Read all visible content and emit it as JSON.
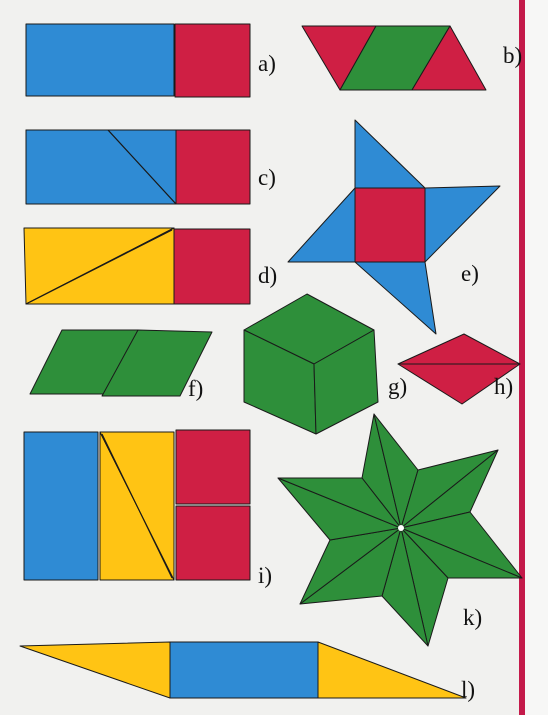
{
  "colors": {
    "blue": "#2f8bd4",
    "red": "#cf1f44",
    "green": "#2e8f3a",
    "yellow": "#ffc414",
    "board": "#f1f1ef",
    "rim": "#c41a4a"
  },
  "labels": {
    "a": "a)",
    "b": "b)",
    "c": "c)",
    "d": "d)",
    "e": "e)",
    "f": "f)",
    "g": "g)",
    "h": "h)",
    "i": "i)",
    "k": "k)",
    "l": "l)"
  }
}
